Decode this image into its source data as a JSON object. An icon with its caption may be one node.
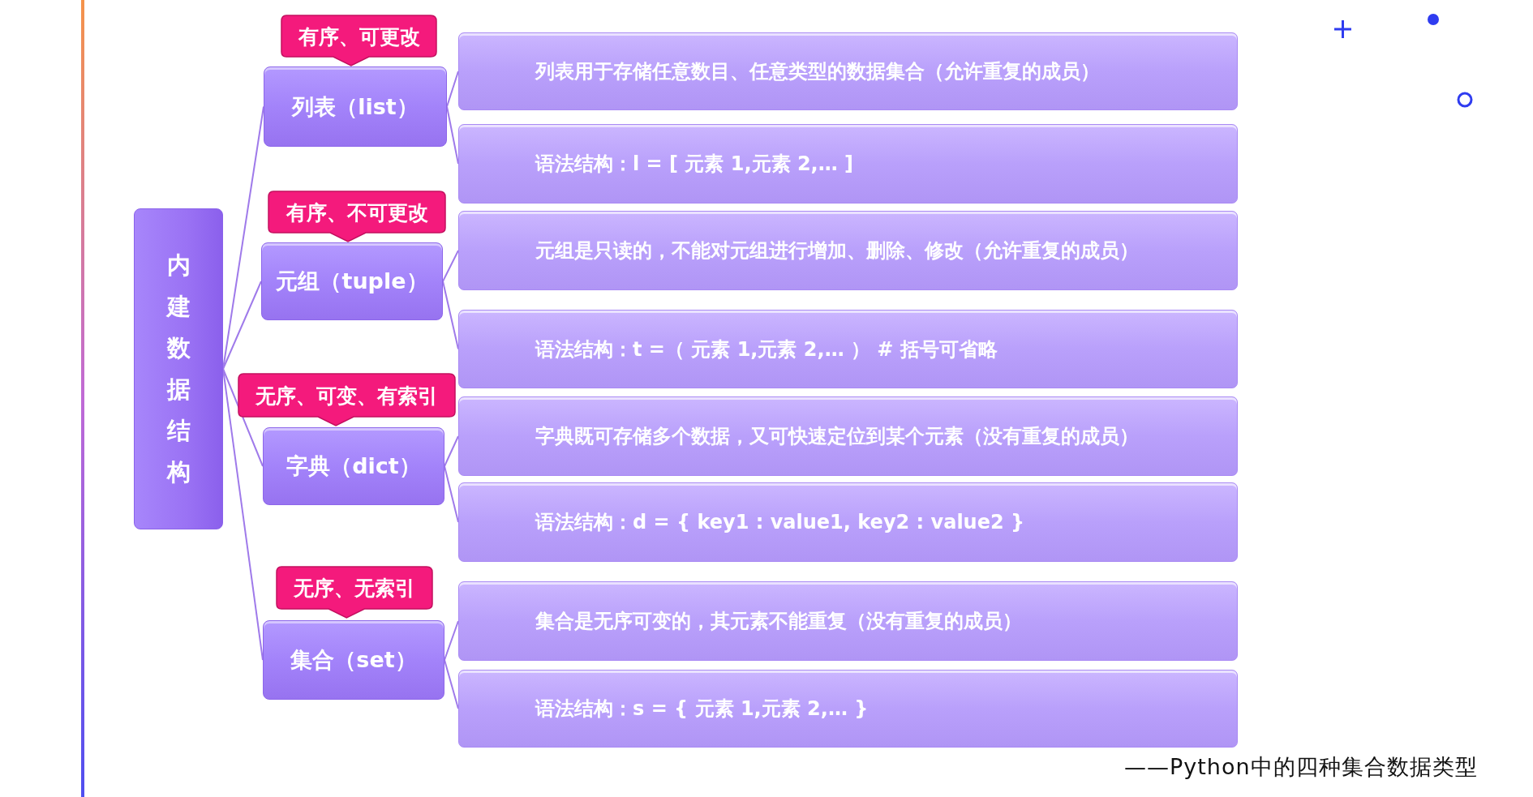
{
  "diagram": {
    "caption": "——Python中的四种集合数据类型",
    "nodes": [
      {
        "text": [
          "内建数据结构"
        ]
      },
      {
        "text": [
          "有序、可更改"
        ]
      },
      {
        "text": [
          "列表（list）"
        ]
      },
      {
        "text": [
          "列表用于存储任意数目、任意类型的数据集合（**允许重复的成员**）"
        ]
      },
      {
        "text": [
          "语法结构：l = [ 元素 1,元素 2,… ]"
        ]
      },
      {
        "text": [
          "有序、不可更改"
        ]
      },
      {
        "text": [
          "元组（tuple）"
        ]
      },
      {
        "text": [
          "元组是只读的，不能对元组进行增加、删除、修改（**允许重复的成员**）"
        ]
      },
      {
        "text": [
          "语法结构：t =（ 元素 1,元素 2,… ）  # 括号可省略"
        ]
      },
      {
        "text": [
          "无序、可变、有索引"
        ]
      },
      {
        "text": [
          "字典（dict）"
        ]
      },
      {
        "text": [
          "字典既可存储多个数据，又可快速定位到某个元素（**没有重复的成员**）"
        ]
      },
      {
        "text": [
          "语法结构：d = { key1 : value1, key2 : value2 }"
        ]
      },
      {
        "text": [
          "无序、无索引"
        ]
      },
      {
        "text": [
          "集合（set）"
        ]
      },
      {
        "text": [
          "集合是无序可变的，其元素不能重复（**没有重复的成员**）"
        ]
      },
      {
        "text": [
          "语法结构：s = { 元素 1,元素 2,… }"
        ]
      }
    ],
    "edges": [
      {
        "from": 0,
        "to": 2,
        "arrow": "none"
      },
      {
        "from": 0,
        "to": 6,
        "arrow": "none"
      },
      {
        "from": 0,
        "to": 10,
        "arrow": "none"
      },
      {
        "from": 0,
        "to": 14,
        "arrow": "none"
      },
      {
        "from": 2,
        "to": 3,
        "arrow": "none"
      },
      {
        "from": 2,
        "to": 4,
        "arrow": "none"
      },
      {
        "from": 6,
        "to": 7,
        "arrow": "none"
      },
      {
        "from": 6,
        "to": 8,
        "arrow": "none"
      },
      {
        "from": 10,
        "to": 11,
        "arrow": "none"
      },
      {
        "from": 10,
        "to": 12,
        "arrow": "none"
      },
      {
        "from": 14,
        "to": 15,
        "arrow": "none"
      },
      {
        "from": 14,
        "to": 16,
        "arrow": "none"
      }
    ]
  }
}
